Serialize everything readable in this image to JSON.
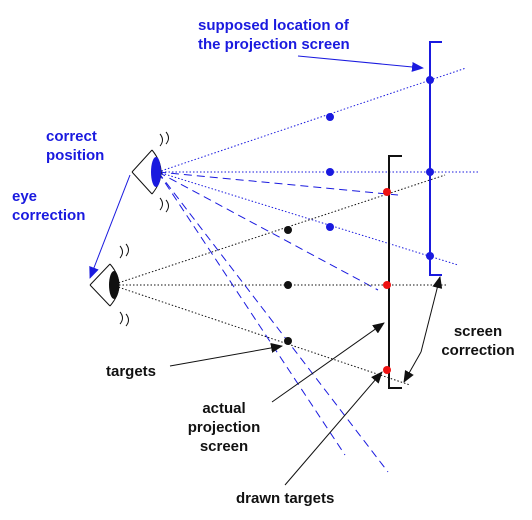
{
  "labels": {
    "supposed_line1": "supposed location of",
    "supposed_line2": "the projection screen",
    "correct_line1": "correct",
    "correct_line2": "position",
    "eye_line1": "eye",
    "eye_line2": "correction",
    "targets": "targets",
    "actual_line1": "actual",
    "actual_line2": "projection",
    "actual_line3": "screen",
    "screen_corr_line1": "screen",
    "screen_corr_line2": "correction",
    "drawn_targets": "drawn targets"
  },
  "colors": {
    "blue": "#1a1adf",
    "black": "#111111",
    "red": "#ee1111"
  },
  "icons": [
    "eye-icon-correct",
    "eye-icon-initial"
  ]
}
